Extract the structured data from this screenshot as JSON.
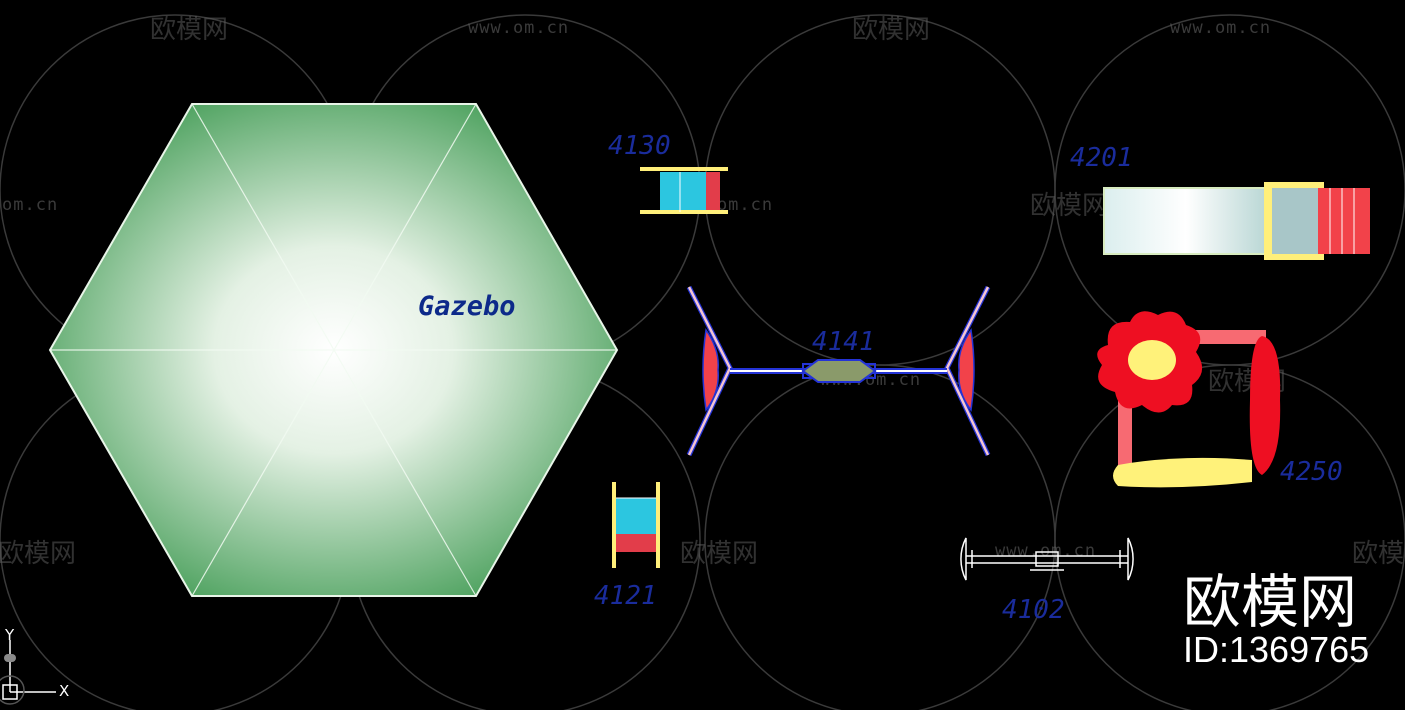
{
  "watermarks": {
    "brand_cn": "欧模网",
    "url": "www.om.cn",
    "url_partial": "om.cn"
  },
  "labels": {
    "gazebo": "Gazebo",
    "item_4130": "4130",
    "item_4201": "4201",
    "item_4141": "4141",
    "item_4250": "4250",
    "item_4121": "4121",
    "item_4102": "4102"
  },
  "brand": {
    "title": "欧模网",
    "id_text": "ID:1369765"
  },
  "ucs": {
    "x_label": "X",
    "y_label": "Y"
  },
  "colors": {
    "background": "#000000",
    "gazebo_green": "#3f9a52",
    "label_blue": "#1a2c9c",
    "slide_red": "#f2424a",
    "slide_yellow": "#ffef7a",
    "water_cyan": "#2cc6e0",
    "frame_blue": "#2433d6"
  }
}
